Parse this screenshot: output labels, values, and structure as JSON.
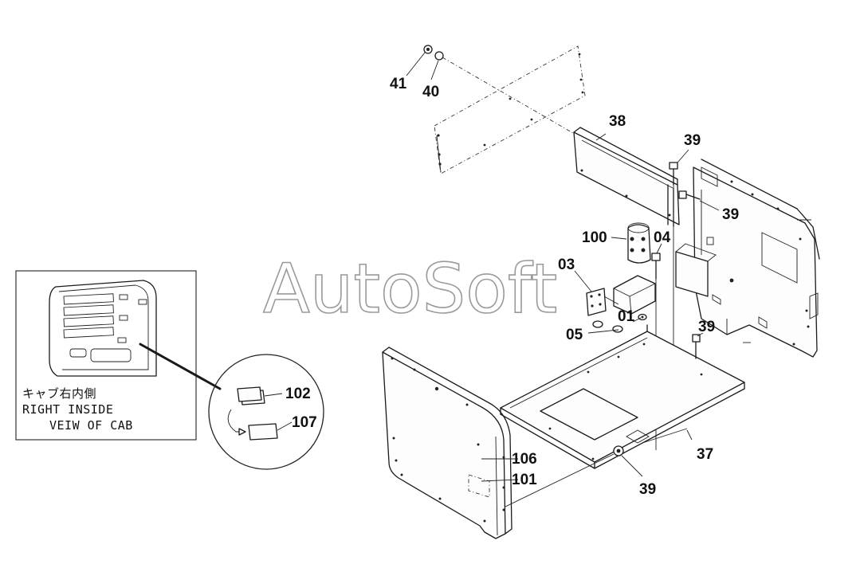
{
  "watermark": "AutoSoft",
  "inset": {
    "caption_jp": "キャブ右内側",
    "caption_line1": "RIGHT INSIDE",
    "caption_line2": "VEIW OF CAB"
  },
  "callouts": {
    "c41": "41",
    "c40": "40",
    "c38": "38",
    "c39a": "39",
    "c39b": "39",
    "c100": "100",
    "c04": "04",
    "c03": "03",
    "c01": "01",
    "c05": "05",
    "c39c": "39",
    "c37": "37",
    "c39d": "39",
    "c106": "106",
    "c101": "101",
    "c102": "102",
    "c107": "107"
  }
}
